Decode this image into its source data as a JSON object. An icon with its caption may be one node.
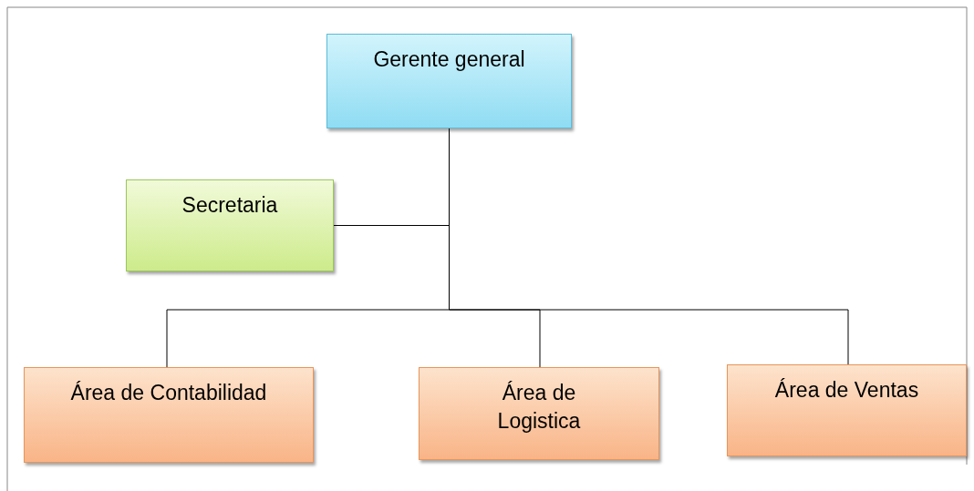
{
  "diagram": {
    "nodes": [
      {
        "text": [
          "Gerente general"
        ]
      },
      {
        "text": [
          "Secretaria"
        ]
      },
      {
        "text": [
          "Área de Contabilidad"
        ]
      },
      {
        "text": [
          "Área de Logistica"
        ]
      },
      {
        "text": [
          "Área de Ventas"
        ]
      }
    ],
    "edges": [
      {
        "from": 0,
        "to": 1,
        "arrow": "none"
      },
      {
        "from": 0,
        "to": 2,
        "arrow": "none"
      },
      {
        "from": 0,
        "to": 3,
        "arrow": "none"
      },
      {
        "from": 0,
        "to": 4,
        "arrow": "none"
      }
    ]
  }
}
